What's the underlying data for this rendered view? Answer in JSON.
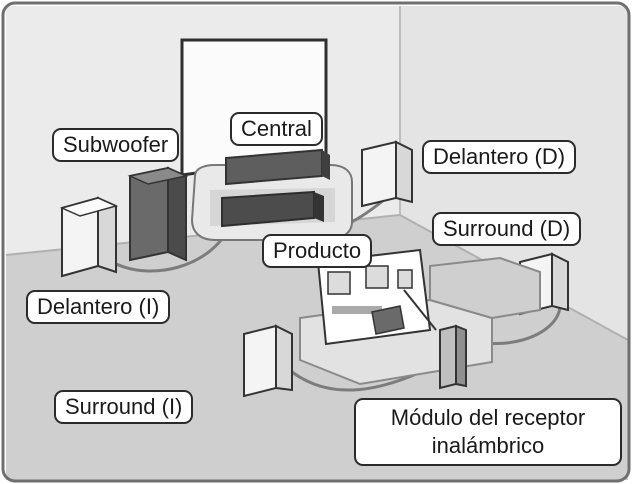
{
  "labels": {
    "subwoofer": "Subwoofer",
    "central": "Central",
    "front_right": "Delantero (D)",
    "surround_right": "Surround (D)",
    "product": "Producto",
    "front_left": "Delantero (I)",
    "surround_left": "Surround (I)",
    "wireless_module_line1": "Módulo del receptor",
    "wireless_module_line2": "inalámbrico"
  },
  "colors": {
    "wall": "#e8e8e8",
    "floor": "#d2d2d2",
    "speaker_light": "#f1f1f1",
    "speaker_dark": "#6a6a6a",
    "label_border": "#2b2b2b"
  }
}
